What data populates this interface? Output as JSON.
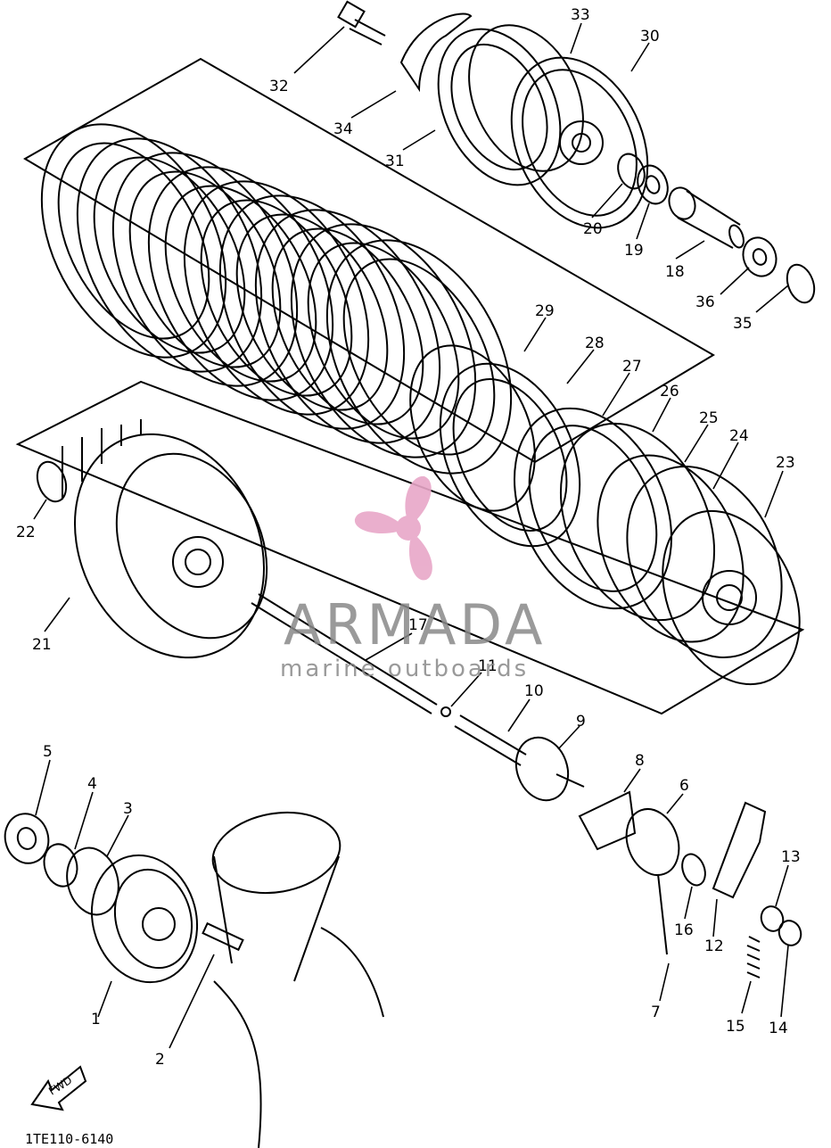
{
  "callouts": [
    {
      "id": "1",
      "label": "1"
    },
    {
      "id": "2",
      "label": "2"
    },
    {
      "id": "3",
      "label": "3"
    },
    {
      "id": "4",
      "label": "4"
    },
    {
      "id": "5",
      "label": "5"
    },
    {
      "id": "6",
      "label": "6"
    },
    {
      "id": "7",
      "label": "7"
    },
    {
      "id": "8",
      "label": "8"
    },
    {
      "id": "9",
      "label": "9"
    },
    {
      "id": "10",
      "label": "10"
    },
    {
      "id": "11",
      "label": "11"
    },
    {
      "id": "12",
      "label": "12"
    },
    {
      "id": "13",
      "label": "13"
    },
    {
      "id": "14",
      "label": "14"
    },
    {
      "id": "15",
      "label": "15"
    },
    {
      "id": "16",
      "label": "16"
    },
    {
      "id": "17",
      "label": "17"
    },
    {
      "id": "18",
      "label": "18"
    },
    {
      "id": "19",
      "label": "19"
    },
    {
      "id": "20",
      "label": "20"
    },
    {
      "id": "21",
      "label": "21"
    },
    {
      "id": "22",
      "label": "22"
    },
    {
      "id": "23",
      "label": "23"
    },
    {
      "id": "24",
      "label": "24"
    },
    {
      "id": "25",
      "label": "25"
    },
    {
      "id": "26",
      "label": "26"
    },
    {
      "id": "27",
      "label": "27"
    },
    {
      "id": "28",
      "label": "28"
    },
    {
      "id": "29",
      "label": "29"
    },
    {
      "id": "30",
      "label": "30"
    },
    {
      "id": "31",
      "label": "31"
    },
    {
      "id": "32",
      "label": "32"
    },
    {
      "id": "33",
      "label": "33"
    },
    {
      "id": "34",
      "label": "34"
    },
    {
      "id": "35",
      "label": "35"
    },
    {
      "id": "36",
      "label": "36"
    }
  ],
  "fwd_arrow": {
    "label": "FWD"
  },
  "diagram_code": "1TE110-6140",
  "watermark": {
    "brand": "ARMADA",
    "tagline": "marine outboards",
    "logo_color": "#e8a7c8",
    "text_color": "#888888"
  }
}
